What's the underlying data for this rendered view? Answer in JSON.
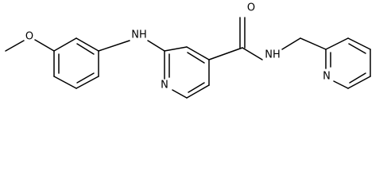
{
  "molecule": {
    "atoms": {
      "methoxy_o": "O",
      "amine_nh": "NH",
      "pyridine_n1": "N",
      "carbonyl_o": "O",
      "amide_nh": "NH",
      "pyridine_n2": "N"
    }
  }
}
